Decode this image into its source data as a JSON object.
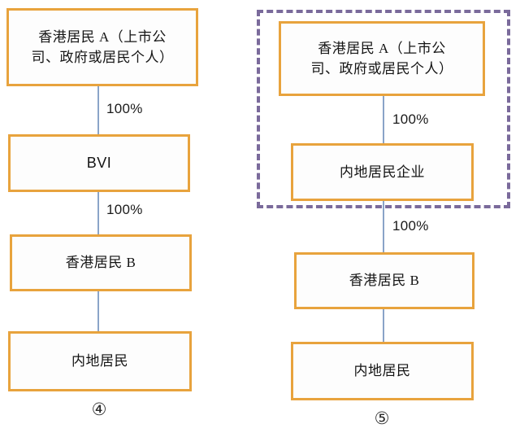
{
  "figure": {
    "background_color": "#ffffff",
    "box_border_color": "#e8a33d",
    "connector_color": "#8aa4c8",
    "group_outline_color": "#7a6a9b",
    "text_color": "#141414"
  },
  "diagrams": [
    {
      "id": "left",
      "caption": "④",
      "nodes": [
        {
          "id": "l1",
          "label": "香港居民 A（上市公\n司、政府或居民个人）"
        },
        {
          "id": "l2",
          "label": "BVI"
        },
        {
          "id": "l3",
          "label": "香港居民 B"
        },
        {
          "id": "l4",
          "label": "内地居民"
        }
      ],
      "edges": [
        {
          "id": "l1",
          "from": "l1",
          "to": "l2",
          "label": "100%"
        },
        {
          "id": "l2",
          "from": "l2",
          "to": "l3",
          "label": "100%"
        },
        {
          "id": "l3",
          "from": "l3",
          "to": "l4",
          "label": ""
        }
      ]
    },
    {
      "id": "right",
      "caption": "⑤",
      "group_outline": {
        "style": "dashed",
        "encloses": [
          "r1",
          "r2"
        ]
      },
      "nodes": [
        {
          "id": "r1",
          "label": "香港居民 A（上市公\n司、政府或居民个人）"
        },
        {
          "id": "r2",
          "label": "内地居民企业"
        },
        {
          "id": "r3",
          "label": "香港居民 B"
        },
        {
          "id": "r4",
          "label": "内地居民"
        }
      ],
      "edges": [
        {
          "id": "r1",
          "from": "r1",
          "to": "r2",
          "label": "100%"
        },
        {
          "id": "r2",
          "from": "r2",
          "to": "r3",
          "label": "100%"
        },
        {
          "id": "r3",
          "from": "r3",
          "to": "r4",
          "label": ""
        }
      ]
    }
  ]
}
